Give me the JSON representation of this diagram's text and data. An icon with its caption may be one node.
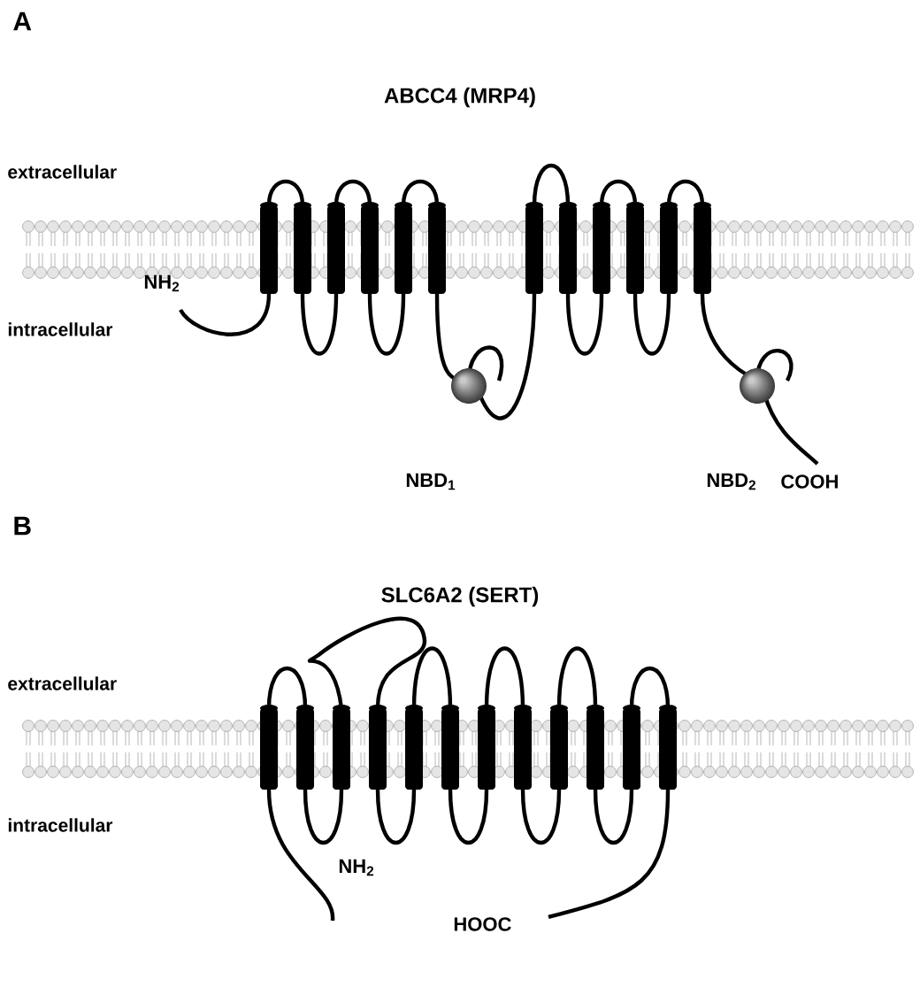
{
  "diagram": {
    "labels": [
      "A",
      "ABCC4 (MRP4)",
      "extracellular",
      "intracellular",
      "NH$_{2}$",
      "NBD$_{1}$",
      "NBD$_{2}$",
      "COOH",
      "B",
      "SLC6A2 (SERT)",
      "extracellular",
      "intracellular",
      "NH$_{2}$",
      "HOOC"
    ]
  }
}
